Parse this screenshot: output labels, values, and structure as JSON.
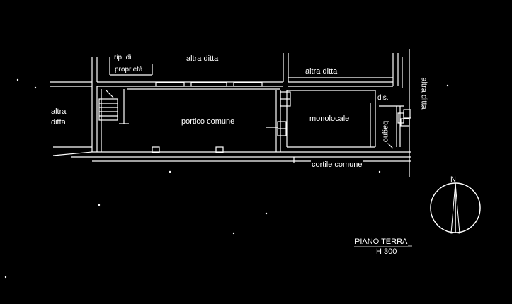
{
  "plan": {
    "labels": {
      "rip_di": "rip. di",
      "proprieta": "proprietà",
      "altra_ditta_top": "altra ditta",
      "altra_ditta_mid": "altra ditta",
      "altra_ditta_left_1": "altra",
      "altra_ditta_left_2": "ditta",
      "altra_ditta_right": "altra ditta",
      "portico_comune": "portico comune",
      "monolocale": "monolocale",
      "dis": "dis.",
      "bagno": "bagno",
      "cortile_comune": "cortile comune"
    },
    "compass": {
      "north": "N"
    },
    "caption": {
      "floor": "PIANO TERRA",
      "height": "H 300"
    }
  },
  "colors": {
    "background": "#000000",
    "lines": "#ffffff"
  }
}
